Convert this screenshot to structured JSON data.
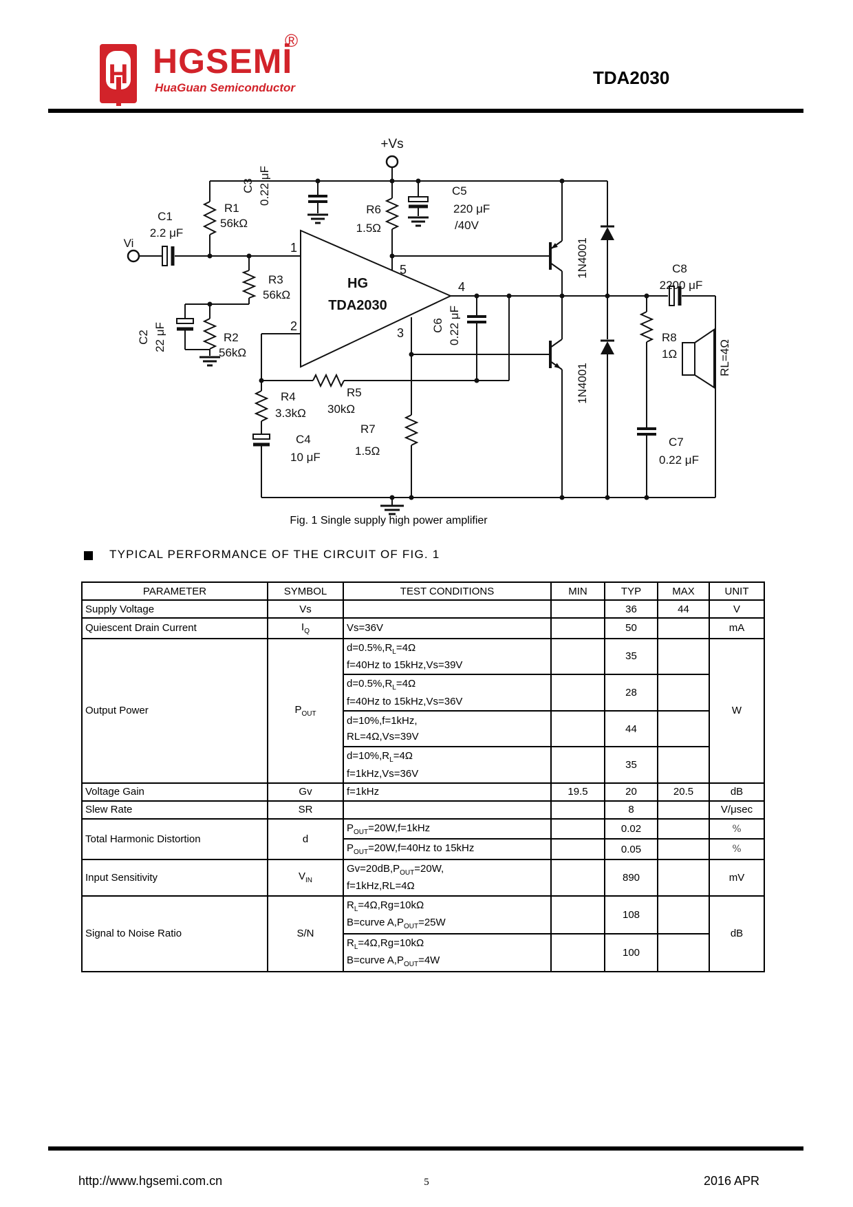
{
  "header": {
    "brand": "HGSEMİ",
    "registered_mark": "®",
    "tagline": "HuaGuan Semiconductor",
    "part_number": "TDA2030",
    "logo_monogram": "H",
    "brand_color": "#d2232a"
  },
  "circuit": {
    "caption": "Fig. 1 Single supply high power amplifier",
    "labels": {
      "vs": "+Vs",
      "vi": "Vi",
      "c1": "C1",
      "c1v": "2.2 μF",
      "r1": "R1",
      "r1v": "56kΩ",
      "r3": "R3",
      "r3v": "56kΩ",
      "r2": "R2",
      "r2v": "56kΩ",
      "c2": "C2",
      "c2v": "22 μF",
      "c3": "C3",
      "c3v": "0.22 μF",
      "opamp_line1": "HG",
      "opamp_line2": "TDA2030",
      "pin1": "1",
      "pin2": "2",
      "pin3": "3",
      "pin4": "4",
      "pin5": "5",
      "r6": "R6",
      "r6v": "1.5Ω",
      "c5": "C5",
      "c5v": "220 μF",
      "c5v2": "/40V",
      "c6": "C6",
      "c6v": "0.22 μF",
      "r4": "R4",
      "r4v": "3.3kΩ",
      "c4": "C4",
      "c4v": "10 μF",
      "r5": "R5",
      "r5v": "30kΩ",
      "r7": "R7",
      "r7v": "1.5Ω",
      "d1": "1N4001",
      "d2": "1N4001",
      "c8": "C8",
      "c8v": "2200 μF",
      "r8": "R8",
      "r8v": "1Ω",
      "c7": "C7",
      "c7v": "0.22 μF",
      "rl": "RL=4Ω"
    }
  },
  "section": {
    "title": "TYPICAL PERFORMANCE OF THE CIRCUIT OF FIG. 1"
  },
  "table": {
    "columns": [
      "PARAMETER",
      "SYMBOL",
      "TEST CONDITIONS",
      "MIN",
      "TYP",
      "MAX",
      "UNIT"
    ],
    "supply_voltage": {
      "param": "Supply Voltage",
      "symbol": "Vs",
      "typ": "36",
      "max": "44",
      "unit": "V"
    },
    "quiescent": {
      "param": "Quiescent Drain Current",
      "symbol": [
        [
          {
            "t": "I"
          },
          {
            "s": "Q"
          }
        ]
      ],
      "cond": "Vs=36V",
      "typ": "50",
      "unit": "mA"
    },
    "output_power": {
      "param": "Output Power",
      "symbol": [
        [
          {
            "t": "P"
          },
          {
            "s": "OUT"
          }
        ]
      ],
      "unit": "W",
      "rows": [
        {
          "cond": [
            [
              {
                "t": "d=0.5%,R"
              },
              {
                "s": "L"
              },
              {
                "t": "=4Ω"
              }
            ],
            [
              {
                "t": "f=40Hz to 15kHz,Vs=39V"
              }
            ]
          ],
          "typ": "35"
        },
        {
          "cond": [
            [
              {
                "t": "d=0.5%,R"
              },
              {
                "s": "L"
              },
              {
                "t": "=4Ω"
              }
            ],
            [
              {
                "t": "f=40Hz to 15kHz,Vs=36V"
              }
            ]
          ],
          "typ": "28"
        },
        {
          "cond": [
            [
              {
                "t": "d=10%,f=1kHz,"
              }
            ],
            [
              {
                "t": "RL=4Ω,Vs=39V"
              }
            ]
          ],
          "typ": "44"
        },
        {
          "cond": [
            [
              {
                "t": "d=10%,R"
              },
              {
                "s": "L"
              },
              {
                "t": "=4Ω"
              }
            ],
            [
              {
                "t": "f=1kHz,Vs=36V"
              }
            ]
          ],
          "typ": "35"
        }
      ]
    },
    "voltage_gain": {
      "param": "Voltage Gain",
      "symbol": "Gv",
      "cond": "f=1kHz",
      "min": "19.5",
      "typ": "20",
      "max": "20.5",
      "unit": "dB"
    },
    "slew_rate": {
      "param": "Slew Rate",
      "symbol": "SR",
      "typ": "8",
      "unit": "V/μsec"
    },
    "thd": {
      "param": "Total Harmonic Distortion",
      "symbol": "d",
      "rows": [
        {
          "cond": [
            [
              {
                "t": "P"
              },
              {
                "s": "OUT"
              },
              {
                "t": "=20W,f=1kHz"
              }
            ]
          ],
          "typ": "0.02",
          "unit": "%"
        },
        {
          "cond": [
            [
              {
                "t": "P"
              },
              {
                "s": "OUT"
              },
              {
                "t": "=20W,f=40Hz to 15kHz"
              }
            ]
          ],
          "typ": "0.05",
          "unit": "%"
        }
      ]
    },
    "input_sensitivity": {
      "param": "Input Sensitivity",
      "symbol": [
        [
          {
            "t": "V"
          },
          {
            "s": "IN"
          }
        ]
      ],
      "cond": [
        [
          {
            "t": "Gv=20dB,P"
          },
          {
            "s": "OUT"
          },
          {
            "t": "=20W,"
          }
        ],
        [
          {
            "t": "f=1kHz,RL=4Ω"
          }
        ]
      ],
      "typ": "890",
      "unit": "mV"
    },
    "snr": {
      "param": "Signal to Noise Ratio",
      "symbol": "S/N",
      "unit": "dB",
      "rows": [
        {
          "cond": [
            [
              {
                "t": "R"
              },
              {
                "s": "L"
              },
              {
                "t": "=4Ω,Rg=10kΩ"
              }
            ],
            [
              {
                "t": "B=curve A,P"
              },
              {
                "s": "OUT"
              },
              {
                "t": "=25W"
              }
            ]
          ],
          "typ": "108"
        },
        {
          "cond": [
            [
              {
                "t": "R"
              },
              {
                "s": "L"
              },
              {
                "t": "=4Ω,Rg=10kΩ"
              }
            ],
            [
              {
                "t": "B=curve A,P"
              },
              {
                "s": "OUT"
              },
              {
                "t": "=4W"
              }
            ]
          ],
          "typ": "100"
        }
      ]
    }
  },
  "footer": {
    "url": "http://www.hgsemi.com.cn",
    "page_number": "5",
    "date": "2016 APR"
  }
}
